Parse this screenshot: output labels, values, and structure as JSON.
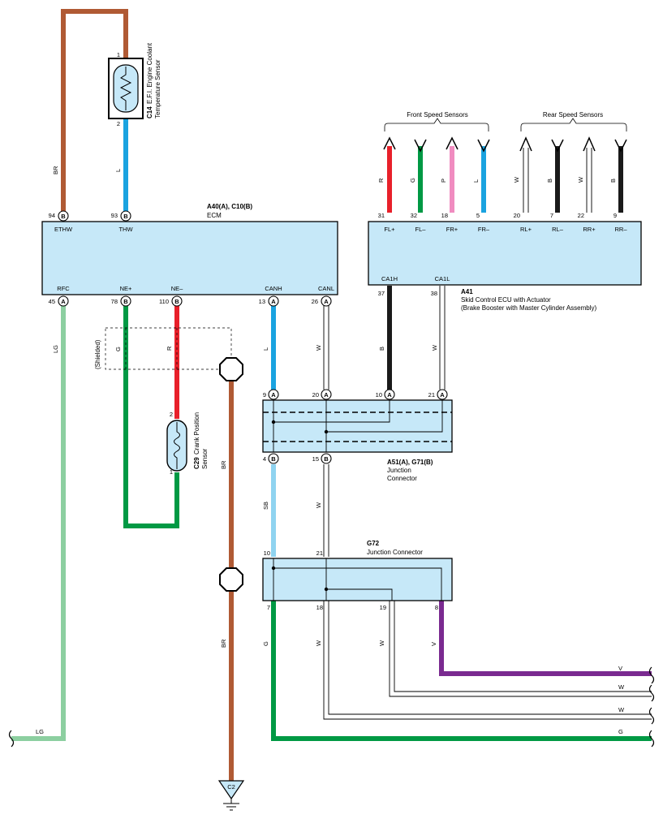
{
  "colors": {
    "BR": "#b05a34",
    "L": "#1aa3e0",
    "LG": "#8ccfa0",
    "G": "#009944",
    "R": "#e8202a",
    "P": "#f08cc0",
    "B": "#1a1a1a",
    "SB": "#8fd3f0",
    "V": "#7a2a90",
    "W": "#ffffff",
    "box": "#c6e8f8"
  },
  "components": {
    "ecm": {
      "id": "A40(A), C10(B)",
      "name": "ECM"
    },
    "abs": {
      "id": "A41",
      "name1": "Skid Control ECU with Actuator",
      "name2": "(Brake Booster with Master Cylinder Assembly)"
    },
    "jc1": {
      "id": "A51(A), G71(B)",
      "name1": "Junction",
      "name2": "Connector"
    },
    "jc2": {
      "id": "G72",
      "name": "Junction Connector"
    },
    "coolant": {
      "id": "C14",
      "name1": "E.F.I. Engine Coolant",
      "name2": "Temperature Sensor"
    },
    "crank": {
      "id": "C29",
      "name1": "Crank Position",
      "name2": "Sensor"
    },
    "ground": "C2",
    "shielded": "(Shielded)"
  },
  "groups": {
    "front": "Front Speed Sensors",
    "rear": "Rear Speed Sensors"
  },
  "ecm_terminals": [
    {
      "pin": "94",
      "conn": "B",
      "label": "ETHW"
    },
    {
      "pin": "93",
      "conn": "B",
      "label": "THW"
    },
    {
      "pin": "45",
      "conn": "A",
      "label": "RFC"
    },
    {
      "pin": "78",
      "conn": "B",
      "label": "NE+"
    },
    {
      "pin": "110",
      "conn": "B",
      "label": "NE–"
    },
    {
      "pin": "13",
      "conn": "A",
      "label": "CANH"
    },
    {
      "pin": "26",
      "conn": "A",
      "label": "CANL"
    }
  ],
  "abs_terminals": [
    {
      "pin": "31",
      "label": "FL+",
      "wire": "R"
    },
    {
      "pin": "32",
      "label": "FL–",
      "wire": "G"
    },
    {
      "pin": "18",
      "label": "FR+",
      "wire": "P"
    },
    {
      "pin": "5",
      "label": "FR–",
      "wire": "L"
    },
    {
      "pin": "20",
      "label": "RL+",
      "wire": "W"
    },
    {
      "pin": "7",
      "label": "RL–",
      "wire": "B"
    },
    {
      "pin": "22",
      "label": "RR+",
      "wire": "W"
    },
    {
      "pin": "9",
      "label": "RR–",
      "wire": "B"
    },
    {
      "pin": "37",
      "label": "CA1H",
      "wire": "B"
    },
    {
      "pin": "38",
      "label": "CA1L",
      "wire": "W"
    }
  ],
  "jc1_pins": [
    {
      "pin": "9",
      "conn": "A"
    },
    {
      "pin": "20",
      "conn": "A"
    },
    {
      "pin": "10",
      "conn": "A"
    },
    {
      "pin": "21",
      "conn": "A"
    },
    {
      "pin": "4",
      "conn": "B"
    },
    {
      "pin": "15",
      "conn": "B"
    }
  ],
  "jc2_pins": [
    "10",
    "21",
    "7",
    "18",
    "19",
    "8"
  ],
  "sensor_pins": {
    "c14_top": "1",
    "c14_bot": "2",
    "c29_top": "2",
    "c29_bot": "1"
  },
  "wire_labels": {
    "br_top": "BR",
    "l_top": "L",
    "lg": "LG",
    "g_ne": "G",
    "r_ne": "R",
    "br_shield": "BR",
    "br_low": "BR",
    "l_can": "L",
    "w_can": "W",
    "b_ca": "B",
    "w_ca": "W",
    "sb": "SB",
    "w_mid": "W",
    "g_out": "G",
    "w_out1": "W",
    "w_out2": "W",
    "v_out": "V",
    "lg_end": "LG",
    "v_end": "V",
    "w_end1": "W",
    "w_end2": "W",
    "g_end": "G"
  }
}
